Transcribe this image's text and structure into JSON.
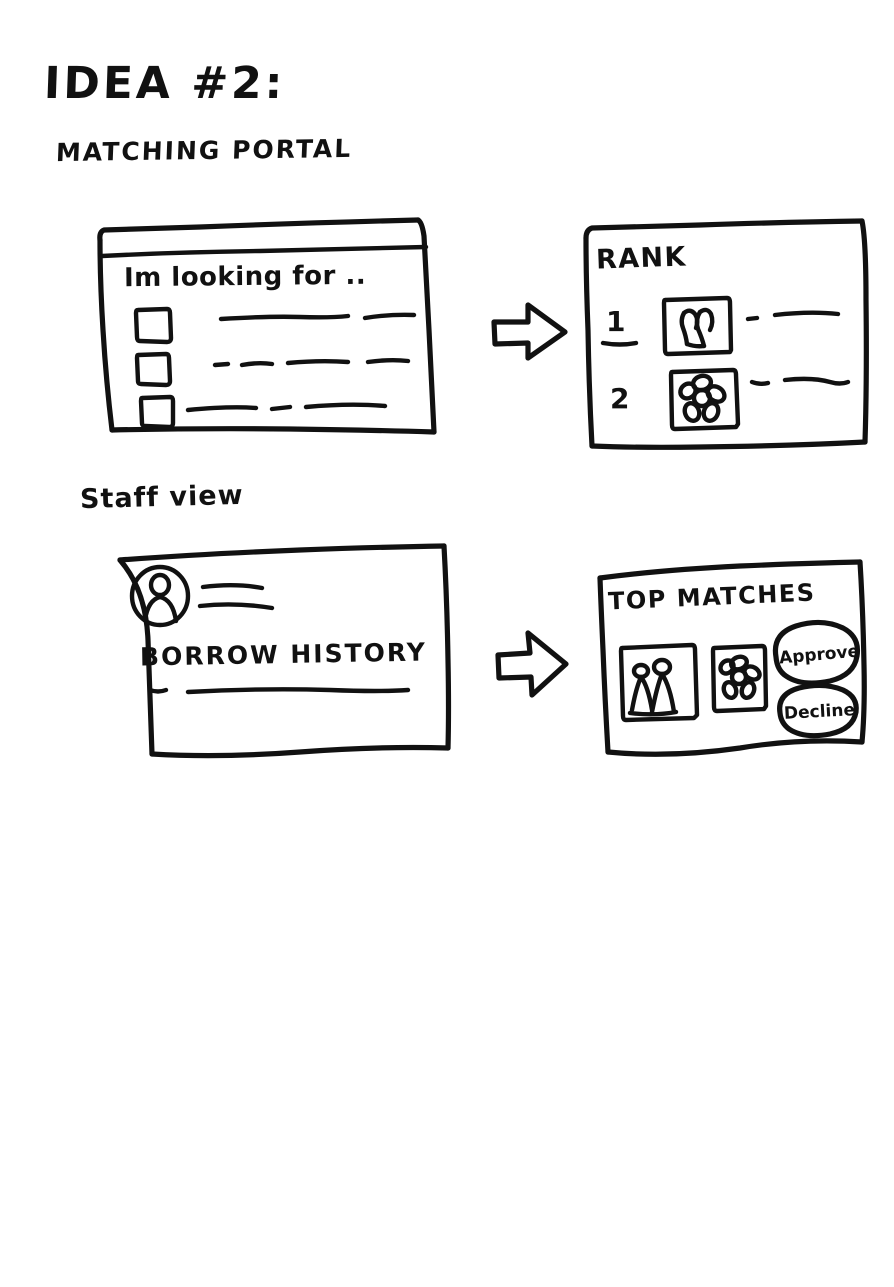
{
  "page": {
    "title": "IDEA #2:",
    "subtitle": "MATCHING PORTAL",
    "background_color": "#ffffff",
    "ink_color": "#111111",
    "medium": "hand-drawn marker wireframe sketch"
  },
  "sections": [
    {
      "name": "borrower-flow",
      "label": "",
      "panels": [
        "seeker-form",
        "rank-results"
      ]
    },
    {
      "name": "staff-flow",
      "label": "Staff view",
      "panels": [
        "borrower-profile",
        "top-matches"
      ]
    }
  ],
  "staff_label": "Staff view",
  "panels": {
    "seeker_form": {
      "name": "seeker-form",
      "has_title_bar": true,
      "heading": "Im looking for ..",
      "checkbox_rows": [
        {
          "checked": false,
          "line_style": "solid-broken"
        },
        {
          "checked": false,
          "line_style": "dashed"
        },
        {
          "checked": false,
          "line_style": "dashed"
        }
      ]
    },
    "rank_results": {
      "name": "rank-results",
      "heading": "RANK",
      "items": [
        {
          "rank": "1",
          "thumbnail": "two-figures-icon",
          "label_style": "dash-and-line"
        },
        {
          "rank": "2",
          "thumbnail": "flower-icon",
          "label_style": "dash-and-line"
        }
      ]
    },
    "borrower_profile": {
      "name": "borrower-profile",
      "avatar": "person-avatar-icon",
      "avatar_lines": 2,
      "heading": "BORROW HISTORY",
      "footer_line_style": "dash-and-line"
    },
    "top_matches": {
      "name": "top-matches",
      "heading": "TOP MATCHES",
      "thumbnails": [
        "two-figures-icon",
        "flower-icon"
      ],
      "buttons": [
        {
          "label": "Approve",
          "shape": "oval"
        },
        {
          "label": "Decline",
          "shape": "oval"
        }
      ]
    }
  },
  "arrows": [
    {
      "name": "arrow-form-to-rank",
      "direction": "right"
    },
    {
      "name": "arrow-profile-to-matches",
      "direction": "right"
    }
  ]
}
